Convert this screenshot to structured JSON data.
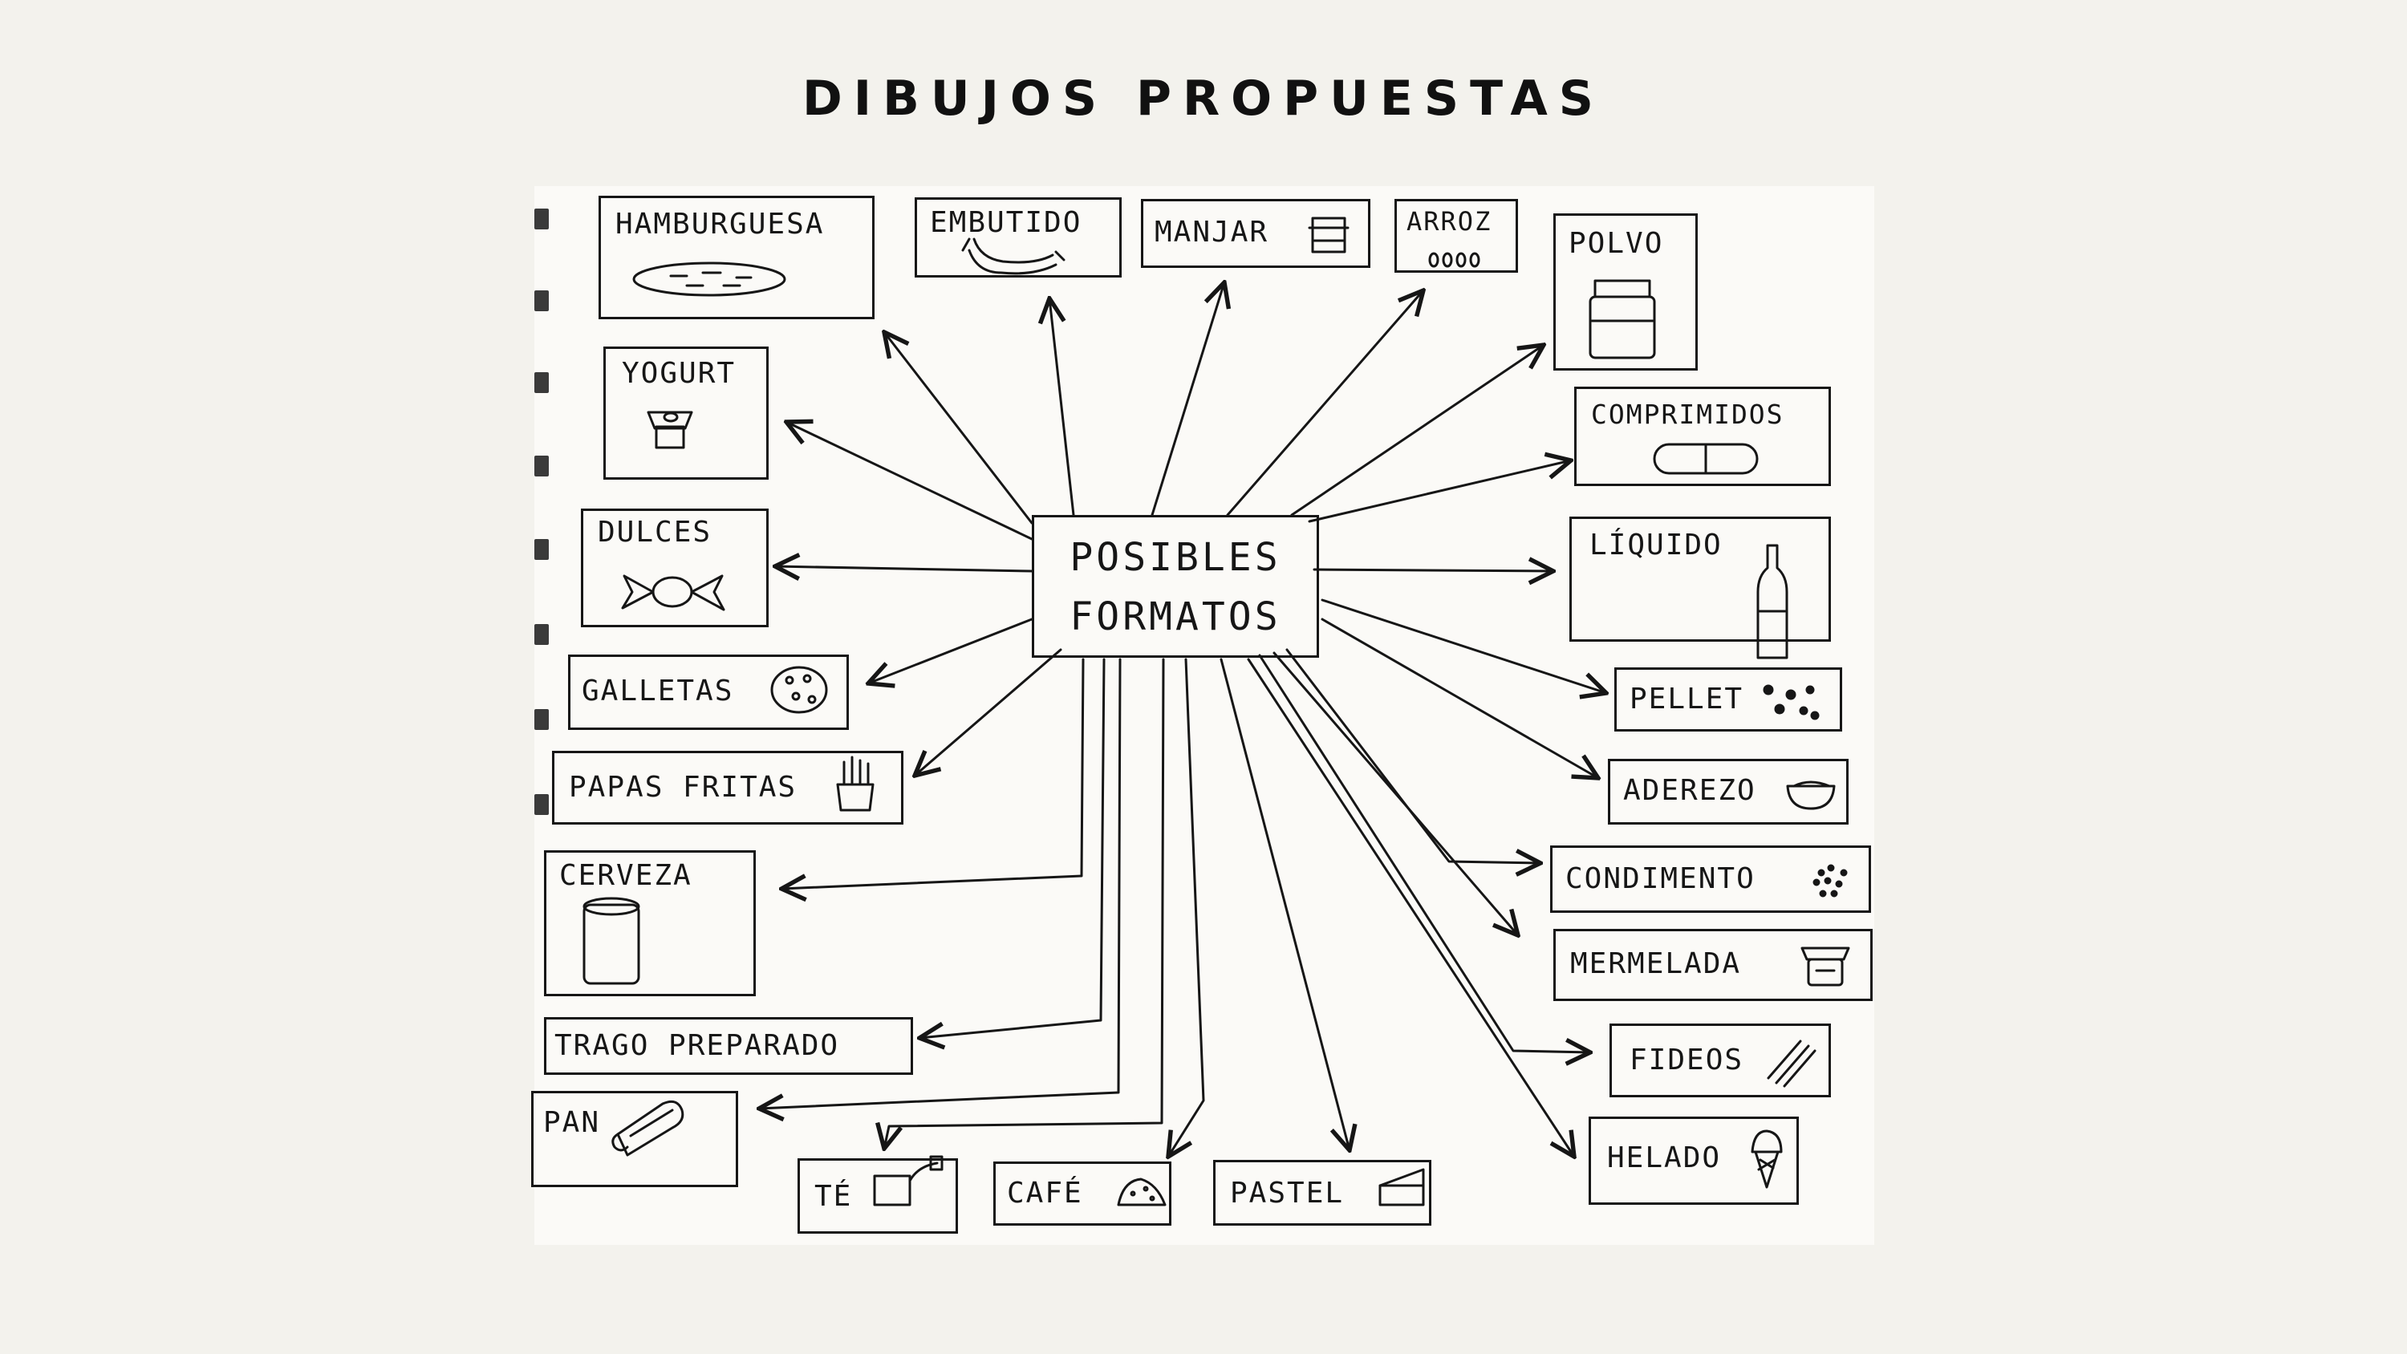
{
  "title": "DIBUJOS PROPUESTAS",
  "center": {
    "line1": "POSIBLES",
    "line2": "FORMATOS"
  },
  "items": {
    "hamburguesa": "HAMBURGUESA",
    "embutido": "EMBUTIDO",
    "manjar": "MANJAR",
    "arroz": "ARROZ",
    "polvo": "POLVO",
    "yogurt": "YOGURT",
    "comprimidos": "COMPRIMIDOS",
    "dulces": "DULCES",
    "liquido": "LÍQUIDO",
    "galletas": "GALLETAS",
    "pellet": "PELLET",
    "papas_fritas": "PAPAS FRITAS",
    "aderezo": "ADEREZO",
    "cerveza": "CERVEZA",
    "condimento": "CONDIMENTO",
    "mermelada": "MERMELADA",
    "trago_preparado": "TRAGO PREPARADO",
    "fideos": "FIDEOS",
    "pan": "PAN",
    "helado": "HELADO",
    "te": "TÉ",
    "cafe": "CAFÉ",
    "pastel": "PASTEL"
  },
  "icons": {
    "hamburguesa": "patty-icon",
    "embutido": "sausage-icon",
    "manjar": "jar-icon",
    "arroz": "rice-grains-icon",
    "polvo": "powder-jar-icon",
    "yogurt": "yogurt-cup-icon",
    "comprimidos": "capsule-icon",
    "dulces": "candy-icon",
    "liquido": "bottle-icon",
    "galletas": "cookie-icon",
    "pellet": "pellets-icon",
    "papas_fritas": "fries-icon",
    "aderezo": "bowl-icon",
    "cerveza": "can-icon",
    "condimento": "seasoning-dots-icon",
    "mermelada": "jam-jar-icon",
    "fideos": "noodles-icon",
    "pan": "bread-icon",
    "helado": "ice-cream-cone-icon",
    "te": "tea-bag-icon",
    "cafe": "coffee-pile-icon",
    "pastel": "cake-slice-icon"
  },
  "colors": {
    "background": "#f3f2ed",
    "paper": "#fbfaf7",
    "ink": "#161616"
  }
}
